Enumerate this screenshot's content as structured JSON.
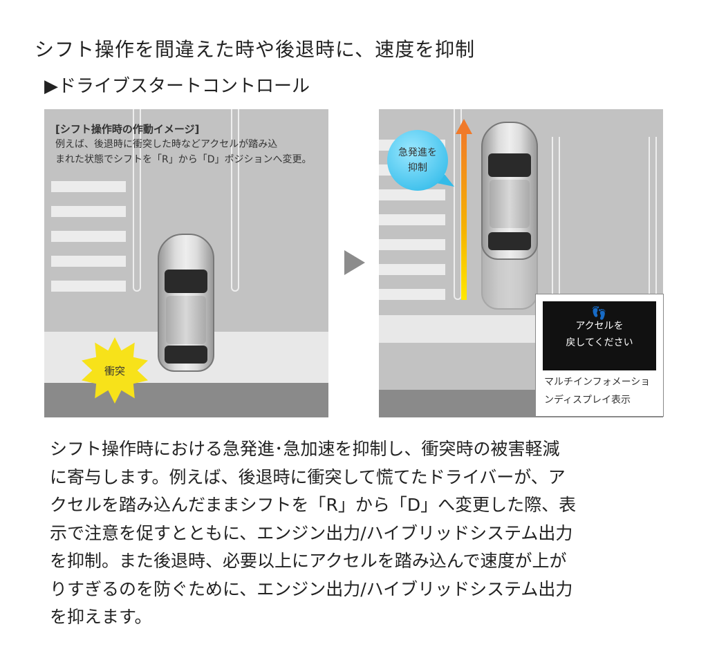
{
  "title": "シフト操作を間違えた時や後退時に、速度を抑制",
  "subtitle": "▶ドライブスタートコントロール",
  "left_panel": {
    "caption_head": "[シフト操作時の作動イメージ]",
    "caption_line1": "例えば、後退時に衝突した時などアクセルが踏み込",
    "caption_line2": "まれた状態でシフトを「R」から「D」ポジションへ変更。",
    "crash_label": "衝突"
  },
  "right_panel": {
    "bubble_line1": "急発進を",
    "bubble_line2": "抑制",
    "display_line1": "アクセルを",
    "display_line2": "戻してください",
    "display_caption_line1": "マルチインフォメーショ",
    "display_caption_line2": "ンディスプレイ表示"
  },
  "body_lines": [
    "シフト操作時における急発進･急加速を抑制し、衝突時の被害軽減",
    "に寄与します。例えば、後退時に衝突して慌てたドライバーが、ア",
    "クセルを踏み込んだままシフトを「R」から「D」へ変更した際、表",
    "示で注意を促すとともに、エンジン出力/ハイブリッドシステム出力",
    "を抑制。また後退時、必要以上にアクセルを踏み込んで速度が上が",
    "りすぎるのを防ぐために、エンジン出力/ハイブリッドシステム出力",
    "を抑えます。"
  ],
  "colors": {
    "accent_orange": "#f07a2a",
    "bubble_blue": "#22b4e6",
    "crash_yellow": "#f7e21a"
  }
}
